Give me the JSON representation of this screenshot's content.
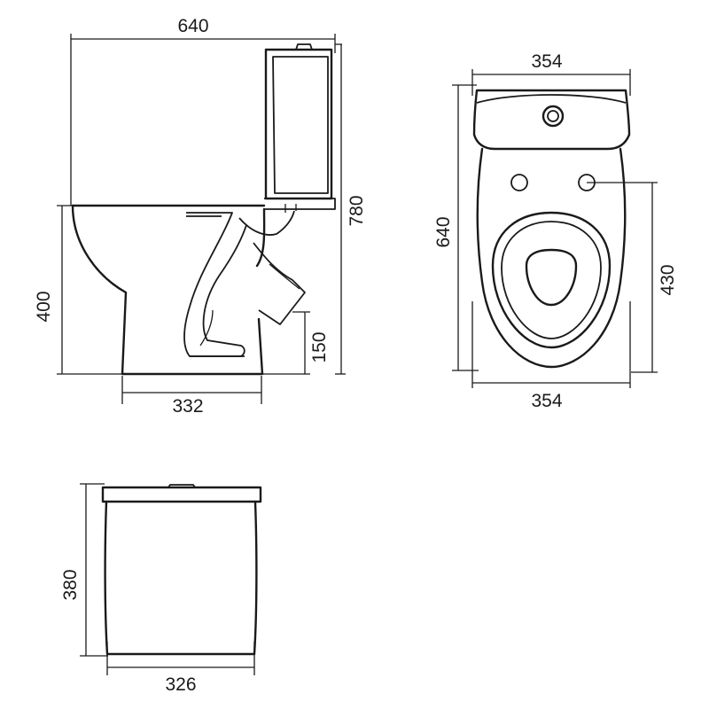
{
  "views": {
    "side": {
      "width_label": "640",
      "height_label": "780",
      "bowl_height_label": "400",
      "outlet_height_label": "150",
      "base_width_label": "332"
    },
    "top": {
      "width_top_label": "354",
      "length_label": "640",
      "fixing_label": "430",
      "width_bottom_label": "354"
    },
    "cistern": {
      "height_label": "380",
      "width_label": "326"
    }
  }
}
